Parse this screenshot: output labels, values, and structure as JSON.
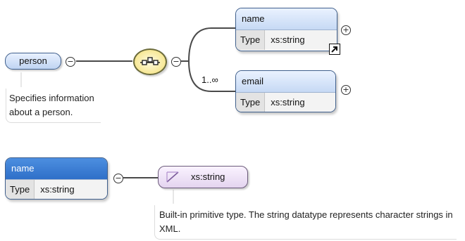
{
  "top_diagram": {
    "root_element": {
      "name": "person"
    },
    "root_annotation": "Specifies information about a person.",
    "compositor": {
      "type": "sequence",
      "icon": "sequence-icon"
    },
    "children": [
      {
        "name": "name",
        "type_key": "Type",
        "type_value": "xs:string",
        "has_reference": true
      },
      {
        "name": "email",
        "type_key": "Type",
        "type_value": "xs:string",
        "occurrence": "1..∞"
      }
    ]
  },
  "bottom_diagram": {
    "element": {
      "name": "name",
      "type_key": "Type",
      "type_value": "xs:string"
    },
    "simple_type": {
      "name": "xs:string",
      "icon": "simple-type-icon"
    },
    "annotation": "Built-in primitive type. The string datatype represents character strings in XML."
  },
  "colors": {
    "node_border": "#3f5f8c",
    "header_light": "#c6d9f4",
    "header_dark": "#2f6fc8",
    "compositor_fill": "#f3df74",
    "simple_type_fill": "#e4d4ef"
  }
}
